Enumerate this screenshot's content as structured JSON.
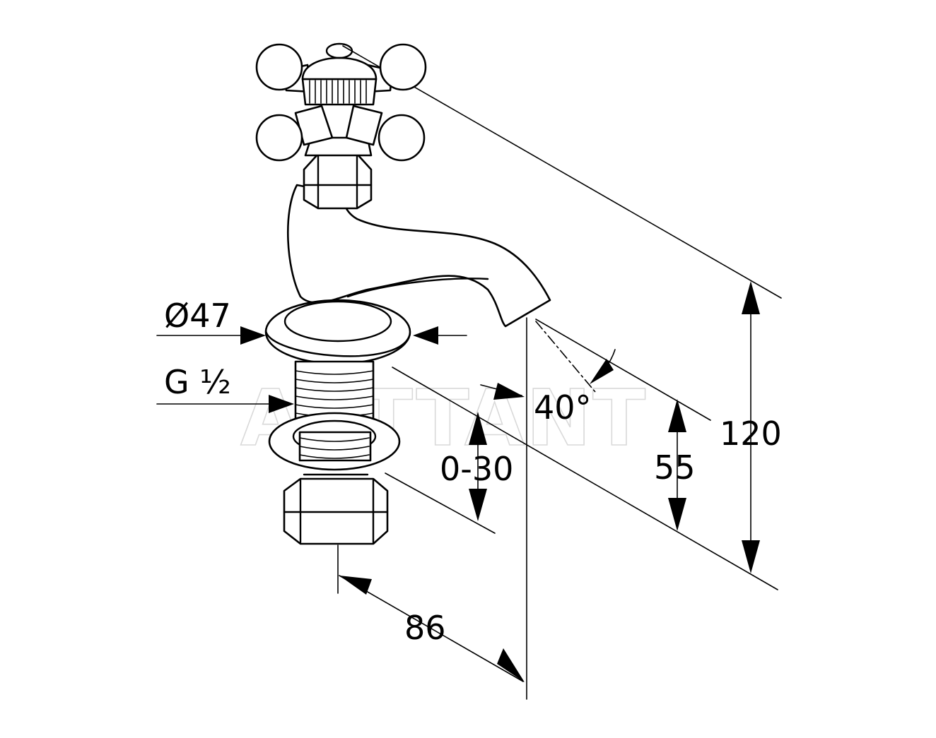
{
  "watermark": "ARTTANT",
  "dimensions": {
    "diameter": "Ø47",
    "thread": "G ½",
    "angle": "40°",
    "adjust_range": "0-30",
    "height_spout": "55",
    "height_total": "120",
    "projection": "86"
  }
}
